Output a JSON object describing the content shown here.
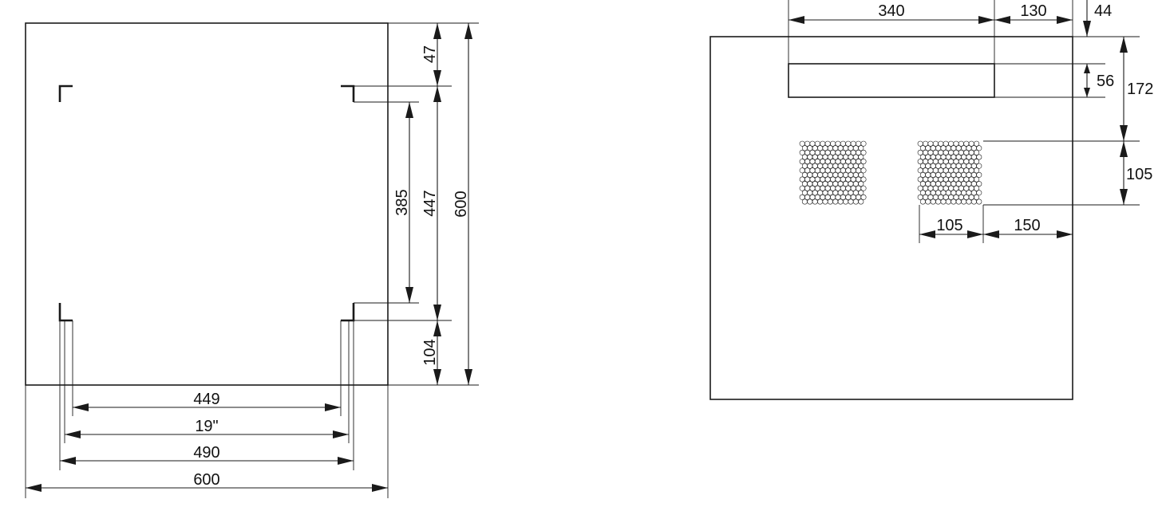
{
  "front_view": {
    "dimensions": {
      "top_offset": "47",
      "rail_inner": "385",
      "rail_outer": "447",
      "height_total": "600",
      "bottom_offset": "104",
      "width_449": "449",
      "width_19in": "19\"",
      "width_490": "490",
      "width_600": "600"
    }
  },
  "top_view": {
    "dimensions": {
      "slot_width": "340",
      "slot_right": "130",
      "slot_top": "44",
      "slot_height": "56",
      "vent_top": "172",
      "vent_height": "105",
      "vent_width": "105",
      "vent_right": "150"
    }
  },
  "colors": {
    "line": "#1a1a1a",
    "background": "#ffffff"
  }
}
